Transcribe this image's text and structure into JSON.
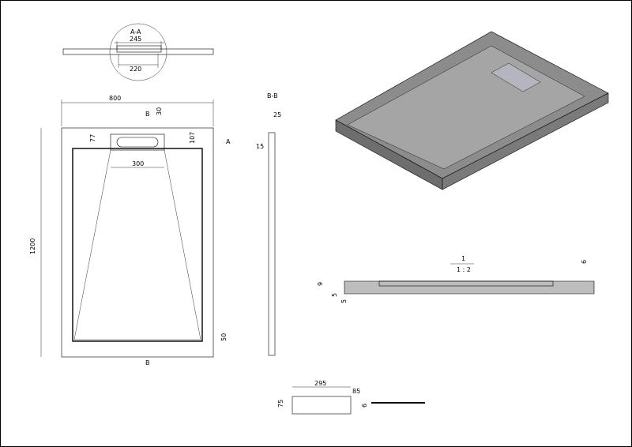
{
  "drawing": {
    "section_aa_label": "A-A",
    "section_bb_label": "B-B",
    "cut_label_a": "A",
    "cut_label_b": "B",
    "title_fraction_num": "1",
    "title_fraction": "1 : 2",
    "colors": {
      "background": "#ffffff",
      "tray_fill": "#d4d4d4",
      "tray_dark": "#8c8c8c",
      "section_fill": "#bdbdbd",
      "grate_fill": "#b5b5c0",
      "line": "#000000"
    }
  },
  "dims": {
    "aa_245": "245",
    "aa_220": "220",
    "top_800": "800",
    "top_30": "30",
    "top_77": "77",
    "top_107": "107",
    "top_300": "300",
    "top_1200": "1200",
    "top_50": "50",
    "side_25": "25",
    "side_15": "15",
    "sec_9": "9",
    "sec_5a": "5",
    "sec_5b": "5",
    "sec_6": "6",
    "grate_295": "295",
    "grate_75": "75",
    "grate_85": "85",
    "grate_6": "6"
  }
}
